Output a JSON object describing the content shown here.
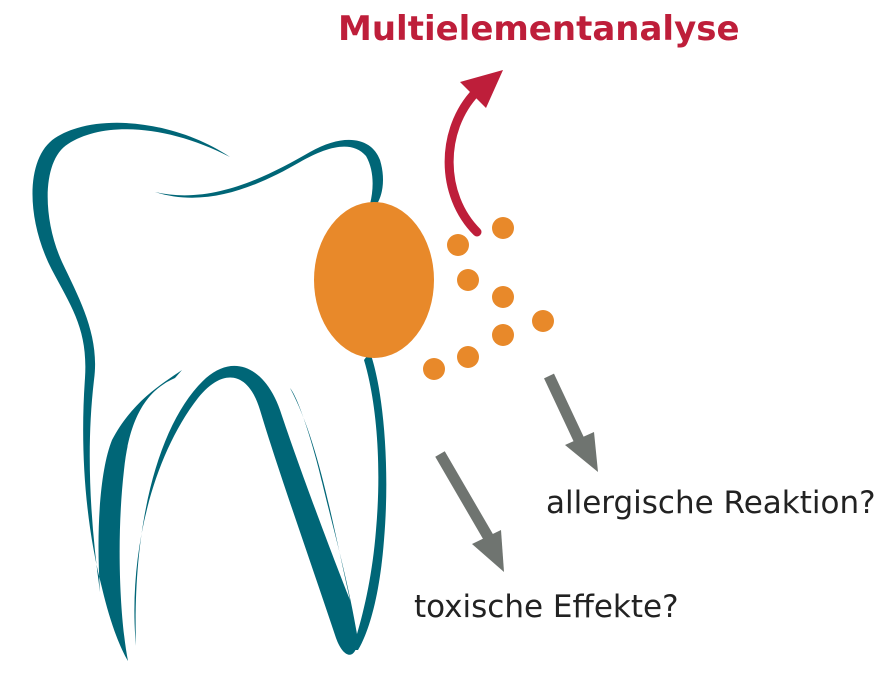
{
  "diagram": {
    "title": "Multielementanalyse",
    "labels": {
      "allergy": "allergische Reaktion?",
      "toxic": "toxische Effekte?"
    },
    "colors": {
      "tooth": "#006677",
      "filling": "#e8892a",
      "title_arrow": "#be1e3a",
      "effect_arrows": "#6f7470",
      "text": "#222222"
    },
    "icons": {
      "tooth": "tooth-outline-icon",
      "filling": "dental-filling-icon",
      "particles": "particle-dot-icon"
    }
  }
}
